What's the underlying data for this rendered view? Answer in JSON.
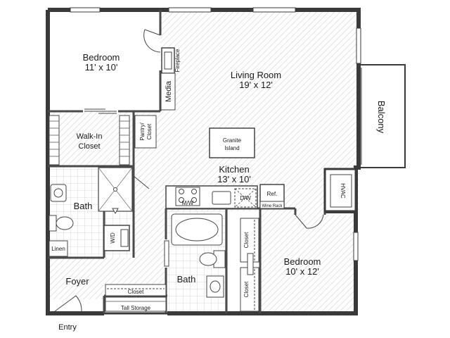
{
  "rooms": {
    "bedroom_1": {
      "name": "Bedroom",
      "size": "11' x 10'"
    },
    "living_room": {
      "name": "Living Room",
      "size": "19' x 12'"
    },
    "kitchen": {
      "name": "Kitchen",
      "size": "13' x 10'"
    },
    "bedroom_2": {
      "name": "Bedroom",
      "size": "10' x 12'"
    },
    "walk_in_closet": {
      "line1": "Walk-In",
      "line2": "Closet"
    },
    "bath_1": {
      "name": "Bath"
    },
    "bath_2": {
      "name": "Bath"
    },
    "foyer": {
      "name": "Foyer"
    },
    "balcony": {
      "name": "Balcony"
    }
  },
  "fixtures": {
    "fireplace": "Fireplace",
    "media": "Media",
    "pantry_line1": "Pantry/",
    "pantry_line2": "Closet",
    "granite_line1": "Granite",
    "granite_line2": "Island",
    "microwave": "M/W",
    "dishwasher": "D/W",
    "refrigerator": "Ref.",
    "wine_rack": "Wine Rack",
    "hvac": "HVAC",
    "washer_dryer": "W/D",
    "linen": "Linen",
    "closet_foyer": "Closet",
    "tall_storage": "Tall Storage",
    "closet_bed2_top": "Closet",
    "closet_bed2_bottom": "Closet"
  },
  "entry_label": "Entry",
  "colors": {
    "wall": "#3a3a3a",
    "hatch": "#d6d6d6",
    "tile": "#cfcfcf",
    "text": "#1a1a1a"
  }
}
